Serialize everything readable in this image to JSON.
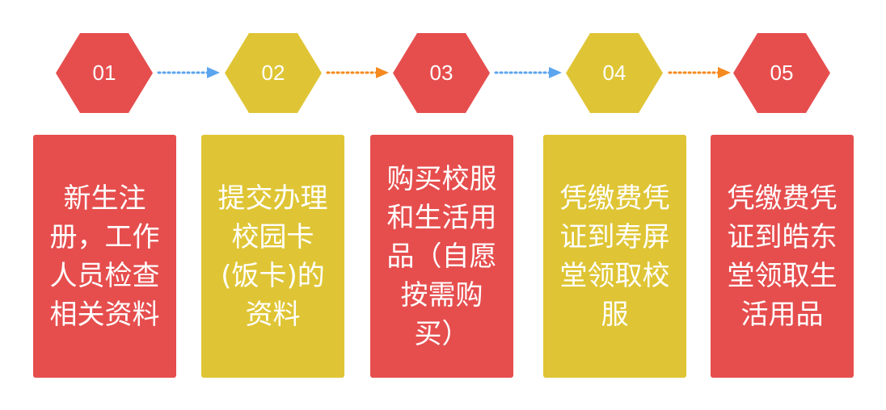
{
  "colors": {
    "red": "#E64E4E",
    "yellow": "#DFC535",
    "arrow_blue": "#5BA5EE",
    "arrow_orange": "#F58A1F"
  },
  "steps": [
    {
      "number": "01",
      "text": "新生注册，工作人员检查相关资料",
      "color": "red"
    },
    {
      "number": "02",
      "text": "提交办理校园卡(饭卡)的资料",
      "color": "yellow"
    },
    {
      "number": "03",
      "text": "购买校服和生活用品（自愿按需购买）",
      "color": "red"
    },
    {
      "number": "04",
      "text": "凭缴费凭证到寿屏堂领取校服",
      "color": "yellow"
    },
    {
      "number": "05",
      "text": "凭缴费凭证到皓东堂领取生活用品",
      "color": "red"
    }
  ],
  "arrows": [
    {
      "from": "01",
      "to": "02",
      "color": "arrow_blue"
    },
    {
      "from": "02",
      "to": "03",
      "color": "arrow_orange"
    },
    {
      "from": "03",
      "to": "04",
      "color": "arrow_blue"
    },
    {
      "from": "04",
      "to": "05",
      "color": "arrow_orange"
    }
  ]
}
